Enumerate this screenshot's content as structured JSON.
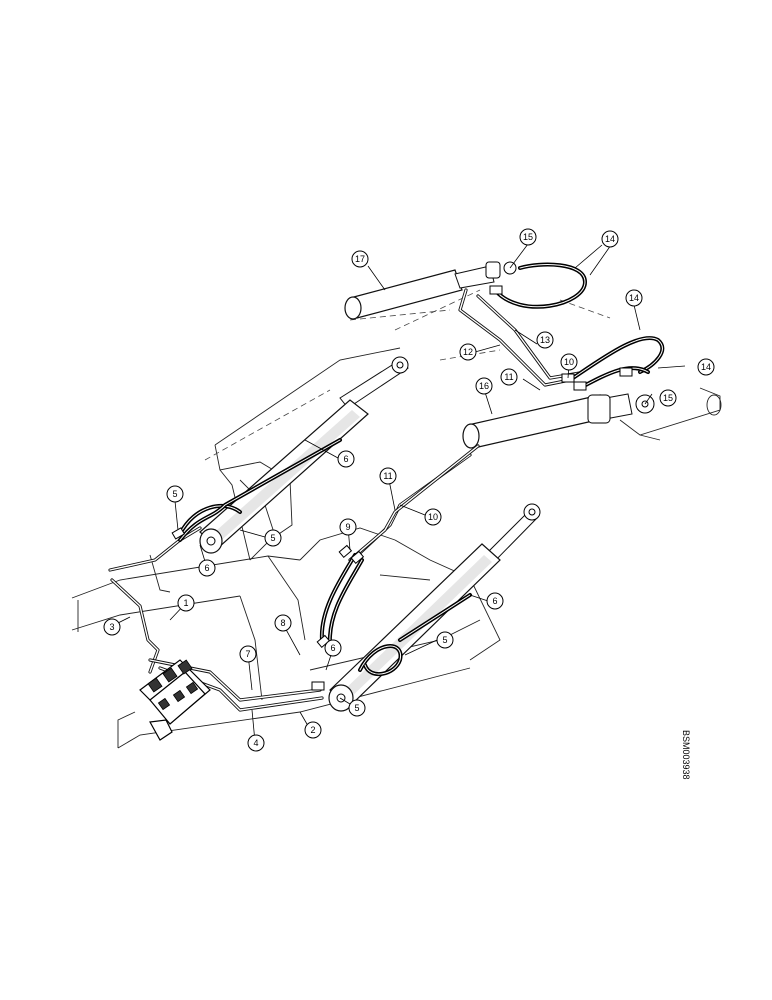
{
  "diagram": {
    "image_code": "BSM003938",
    "callouts": [
      {
        "id": "c1",
        "label": "1"
      },
      {
        "id": "c2",
        "label": "2"
      },
      {
        "id": "c3",
        "label": "3"
      },
      {
        "id": "c4",
        "label": "4"
      },
      {
        "id": "c5a",
        "label": "5"
      },
      {
        "id": "c5b",
        "label": "5"
      },
      {
        "id": "c5c",
        "label": "5"
      },
      {
        "id": "c5d",
        "label": "5"
      },
      {
        "id": "c6a",
        "label": "6"
      },
      {
        "id": "c6b",
        "label": "6"
      },
      {
        "id": "c6c",
        "label": "6"
      },
      {
        "id": "c6d",
        "label": "6"
      },
      {
        "id": "c7",
        "label": "7"
      },
      {
        "id": "c8",
        "label": "8"
      },
      {
        "id": "c9",
        "label": "9"
      },
      {
        "id": "c10a",
        "label": "10"
      },
      {
        "id": "c10b",
        "label": "10"
      },
      {
        "id": "c11a",
        "label": "11"
      },
      {
        "id": "c11b",
        "label": "11"
      },
      {
        "id": "c12",
        "label": "12"
      },
      {
        "id": "c13",
        "label": "13"
      },
      {
        "id": "c14a",
        "label": "14"
      },
      {
        "id": "c14b",
        "label": "14"
      },
      {
        "id": "c14c",
        "label": "14"
      },
      {
        "id": "c15a",
        "label": "15"
      },
      {
        "id": "c15b",
        "label": "15"
      },
      {
        "id": "c16",
        "label": "16"
      },
      {
        "id": "c17",
        "label": "17"
      }
    ]
  }
}
